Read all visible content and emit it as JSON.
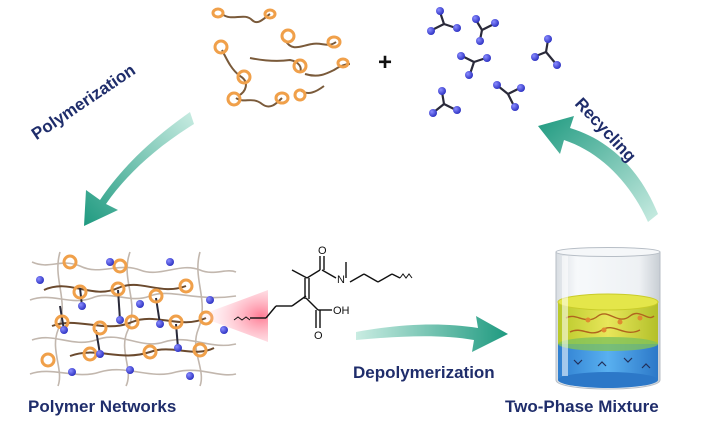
{
  "labels": {
    "polymerization": "Polymerization",
    "recycling": "Recycling",
    "depolymerization": "Depolymerization",
    "polymer_networks": "Polymer Networks",
    "two_phase_mixture": "Two-Phase Mixture",
    "plus": "+"
  },
  "chemical_structure": {
    "atoms": [
      "O",
      "N",
      "OH",
      "O"
    ]
  },
  "colors": {
    "arrow_teal": "#1f9a80",
    "label_navy": "#1f2d6b",
    "ring_orange": "#f0a04a",
    "chain_brown": "#7a5a3a",
    "crosslinker_blue": "#3a3fd0",
    "phase_yellow": "#d9d43a",
    "phase_blue": "#3a8fe0"
  }
}
